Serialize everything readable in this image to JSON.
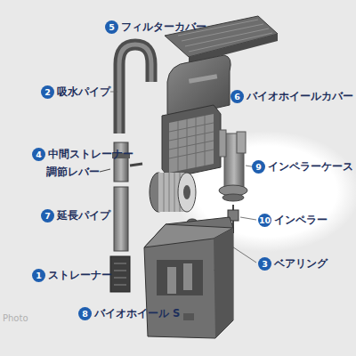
{
  "diagram": {
    "labels": [
      "5",
      "フィルターカバー",
      "2",
      "吸水パイプ",
      "6",
      "バイオホイールカバー",
      "4",
      "中間ストレーナー",
      "調節レバー",
      "9",
      "インペラーケース",
      "7",
      "延長パイプ",
      "10",
      "インペラー",
      "3",
      "ベアリング",
      "1",
      "ストレーナー",
      "8",
      "バイオホイール S",
      "Photo"
    ]
  }
}
